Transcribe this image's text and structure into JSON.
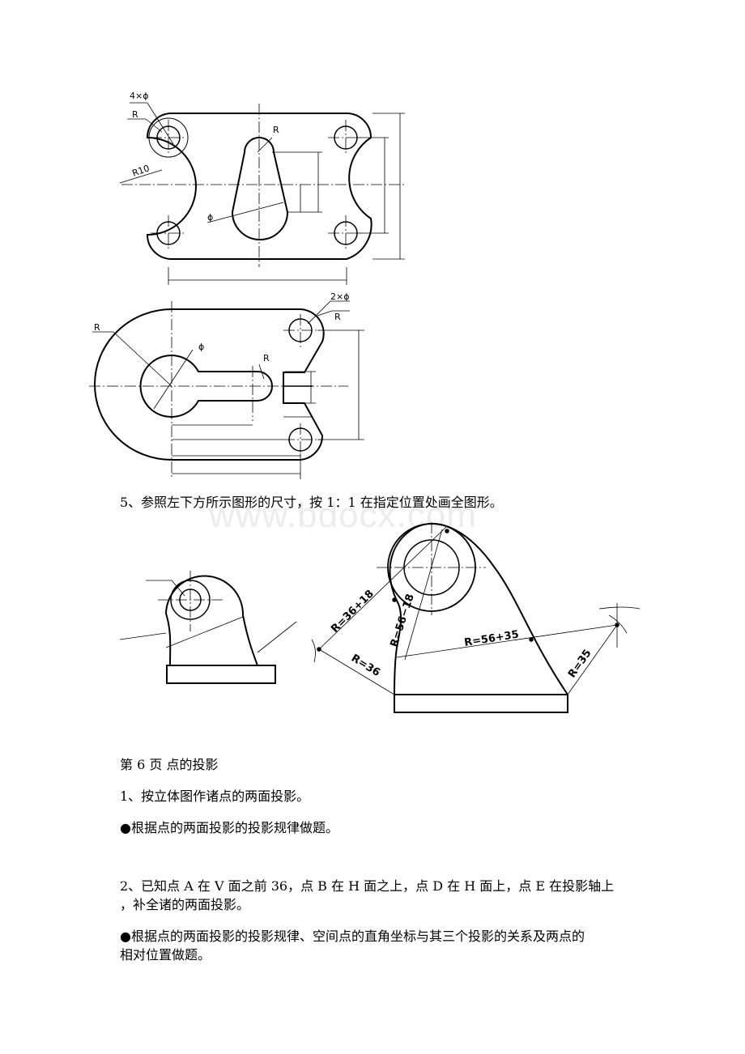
{
  "watermark": "www.bdocx.com",
  "figure1": {
    "label_holes": "4×ϕ",
    "label_r_corner": "R",
    "label_r10": "R10",
    "label_r_slot": "R",
    "label_phi": "ϕ"
  },
  "figure2": {
    "label_holes": "2×ϕ",
    "label_r_hole": "R",
    "label_r_outer": "R",
    "label_phi": "ϕ",
    "label_r_slot": "R"
  },
  "question5": "5、参照左下方所示图形的尺寸，按 1：1 在指定位置处画全图形。",
  "figure3": {
    "dim_r1": "R=36+18",
    "dim_r2": "R=56−18",
    "dim_r3": "R=56+35",
    "dim_r4": "R=36",
    "dim_r5": "R=35"
  },
  "page6_title": "第 6 页  点的投影",
  "q1": "1、按立体图作诸点的两面投影。",
  "q1_hint": "●根据点的两面投影的投影规律做题。",
  "q2_line1": "2、已知点 A 在 V 面之前 36，点 B 在 H 面之上，点 D 在 H 面上，点 E 在投影轴上",
  "q2_line2": "，补全诸的两面投影。",
  "q2_hint_line1": "●根据点的两面投影的投影规律、空间点的直角坐标与其三个投影的关系及两点的",
  "q2_hint_line2": "相对位置做题。"
}
